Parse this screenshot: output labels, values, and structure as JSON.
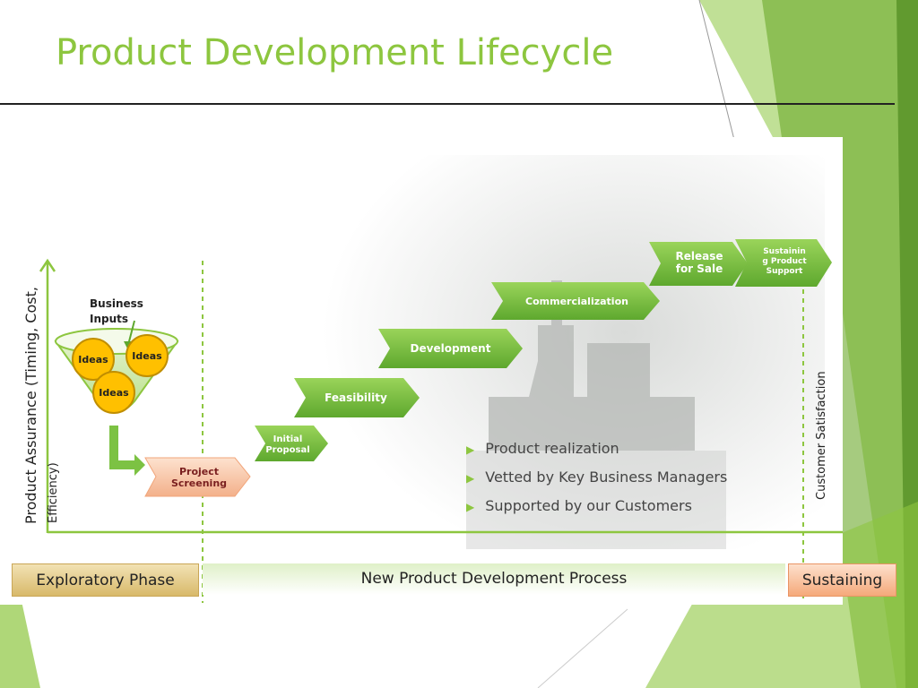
{
  "title": "Product Development Lifecycle",
  "y_axis_label_line1": "Product Assurance (Timing, Cost,",
  "y_axis_label_line2": "Efficiency)",
  "right_axis_label": "Customer Satisfaction",
  "funnel": {
    "label_line1": "Business",
    "label_line2": "Inputs",
    "ideas": [
      "Ideas",
      "Ideas",
      "Ideas"
    ]
  },
  "steps": {
    "project_screening": [
      "Project",
      "Screening"
    ],
    "initial_proposal": [
      "Initial",
      "Proposal"
    ],
    "feasibility": "Feasibility",
    "development": "Development",
    "commercialization": "Commercialization",
    "release": [
      "Release",
      "for Sale"
    ],
    "sustaining": [
      "Sustainin",
      "g Product",
      "Support"
    ]
  },
  "bullets": [
    "Product realization",
    "Vetted by Key Business Managers",
    "Supported by our Customers"
  ],
  "phases": {
    "exploratory": "Exploratory Phase",
    "npd": "New Product Development Process",
    "sustaining": "Sustaining"
  },
  "colors": {
    "accent_green": "#8dc63f",
    "step_green": "#7cc243",
    "idea_yellow": "#ffc000",
    "screening_peach": "#f8cbad",
    "exploratory_tan": "#e3c98a",
    "sustaining_orange": "#f8b58a"
  }
}
